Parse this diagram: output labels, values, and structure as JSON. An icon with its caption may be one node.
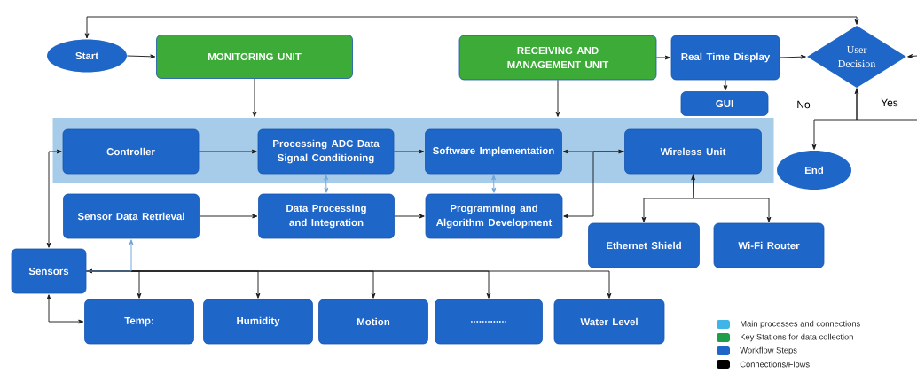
{
  "diagram": {
    "nodes": [
      {
        "text": [
          "Start"
        ]
      },
      {
        "text": [
          "MONITORING UNIT"
        ]
      },
      {
        "text": [
          "RECEIVING AND MANAGEMENT UNIT"
        ]
      },
      {
        "text": [
          "Real Time Display"
        ]
      },
      {
        "text": [
          "User Decision"
        ]
      },
      {
        "text": [
          "GUI"
        ]
      },
      {
        "text": [],
        "shape": "box"
      },
      {
        "text": [
          "Controller"
        ],
        "in": 6
      },
      {
        "text": [
          "Processing ADC  Data Signal Conditioning"
        ],
        "in": 6
      },
      {
        "text": [
          "Software Implementation"
        ],
        "in": 6
      },
      {
        "text": [
          "Wireless Unit"
        ],
        "in": 6
      },
      {
        "text": [
          "End"
        ]
      },
      {
        "text": [
          "Sensor Data Retrieval"
        ]
      },
      {
        "text": [
          "Data Processing and Integration"
        ]
      },
      {
        "text": [
          "Programming and Algorithm Development"
        ]
      },
      {
        "text": [
          "Ethernet Shield"
        ]
      },
      {
        "text": [
          "Wi-Fi Router"
        ]
      },
      {
        "text": [
          "Sensors"
        ]
      },
      {
        "text": [
          "Temp:"
        ]
      },
      {
        "text": [
          "Humidity"
        ]
      },
      {
        "text": [
          "Motion"
        ]
      },
      {
        "text": [
          "............."
        ]
      },
      {
        "text": [
          "Water Level"
        ]
      }
    ],
    "edges": [
      {
        "from": 0,
        "to": 1,
        "arrow": "to"
      },
      {
        "from": 1,
        "to": 6,
        "arrow": "to"
      },
      {
        "from": 2,
        "to": 6,
        "arrow": "to"
      },
      {
        "from": 2,
        "to": 3,
        "arrow": "to"
      },
      {
        "from": 3,
        "to": 4,
        "arrow": "to"
      },
      {
        "from": 3,
        "to": 5,
        "arrow": "to"
      },
      {
        "from": 4,
        "to": 0,
        "arrow": "both"
      },
      {
        "from": 4,
        "to": 11,
        "arrow": "to",
        "label": "No"
      },
      {
        "from": null,
        "to": 4,
        "arrow": "to",
        "label": "Yes"
      },
      {
        "from": null,
        "to": 4,
        "arrow": "to"
      },
      {
        "from": 7,
        "to": 8,
        "arrow": "to"
      },
      {
        "from": 8,
        "to": 9,
        "arrow": "to"
      },
      {
        "from": 9,
        "to": 10,
        "arrow": "both"
      },
      {
        "from": 10,
        "to": 14,
        "arrow": "to"
      },
      {
        "from": 8,
        "to": 13,
        "arrow": "both",
        "color": "#6fa3dc"
      },
      {
        "from": 9,
        "to": 14,
        "arrow": "both",
        "color": "#6fa3dc"
      },
      {
        "from": 12,
        "to": 13,
        "arrow": "to"
      },
      {
        "from": 13,
        "to": 14,
        "arrow": "to"
      },
      {
        "from": 10,
        "to": 15,
        "arrow": "both"
      },
      {
        "from": 10,
        "to": 16,
        "arrow": "to"
      },
      {
        "from": 7,
        "to": 17,
        "arrow": "both"
      },
      {
        "from": 17,
        "to": 18,
        "arrow": "both"
      },
      {
        "from": 17,
        "to": 18,
        "arrow": "both"
      },
      {
        "from": 17,
        "to": 19,
        "arrow": "to"
      },
      {
        "from": 17,
        "to": 20,
        "arrow": "to"
      },
      {
        "from": 17,
        "to": 21,
        "arrow": "to"
      },
      {
        "from": 17,
        "to": 22,
        "arrow": "to"
      },
      {
        "from": 17,
        "to": 12,
        "arrow": "to",
        "color": "#6fa3dc"
      }
    ],
    "legend": [
      {
        "text": "Main processes and connections",
        "color": "#3fb4e6"
      },
      {
        "text": "Key Stations for data collection",
        "color": "#1f9e4a"
      },
      {
        "text": "Workflow Steps",
        "color": "#1f66c9"
      },
      {
        "text": "Connections/Flows",
        "color": "#000000"
      }
    ]
  }
}
